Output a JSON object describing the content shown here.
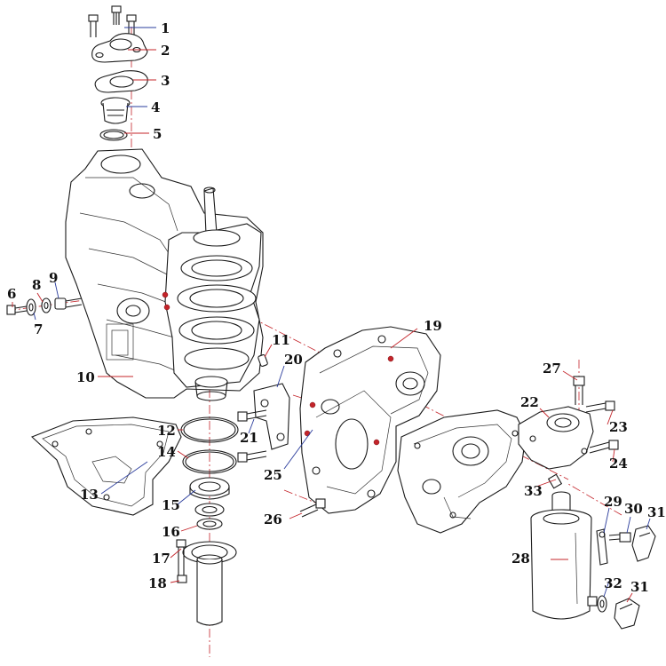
{
  "callouts": [
    {
      "id": "c1",
      "text": "1"
    },
    {
      "id": "c2",
      "text": "2"
    },
    {
      "id": "c3",
      "text": "3"
    },
    {
      "id": "c4",
      "text": "4"
    },
    {
      "id": "c5",
      "text": "5"
    },
    {
      "id": "c6",
      "text": "6"
    },
    {
      "id": "c7",
      "text": "7"
    },
    {
      "id": "c8",
      "text": "8"
    },
    {
      "id": "c9",
      "text": "9"
    },
    {
      "id": "c10",
      "text": "10"
    },
    {
      "id": "c11",
      "text": "11"
    },
    {
      "id": "c12",
      "text": "12"
    },
    {
      "id": "c13",
      "text": "13"
    },
    {
      "id": "c14",
      "text": "14"
    },
    {
      "id": "c15",
      "text": "15"
    },
    {
      "id": "c16",
      "text": "16"
    },
    {
      "id": "c17",
      "text": "17"
    },
    {
      "id": "c18",
      "text": "18"
    },
    {
      "id": "c19",
      "text": "19"
    },
    {
      "id": "c20",
      "text": "20"
    },
    {
      "id": "c21",
      "text": "21"
    },
    {
      "id": "c22",
      "text": "22"
    },
    {
      "id": "c23",
      "text": "23"
    },
    {
      "id": "c24",
      "text": "24"
    },
    {
      "id": "c25",
      "text": "25"
    },
    {
      "id": "c26",
      "text": "26"
    },
    {
      "id": "c27",
      "text": "27"
    },
    {
      "id": "c28",
      "text": "28"
    },
    {
      "id": "c29",
      "text": "29"
    },
    {
      "id": "c30",
      "text": "30"
    },
    {
      "id": "c31a",
      "text": "31"
    },
    {
      "id": "c31b",
      "text": "31"
    },
    {
      "id": "c32",
      "text": "32"
    },
    {
      "id": "c33",
      "text": "33"
    }
  ],
  "colors": {
    "leader_blue": "#2a3c9c",
    "leader_red": "#c4242a",
    "line": "#1a1a1a"
  }
}
